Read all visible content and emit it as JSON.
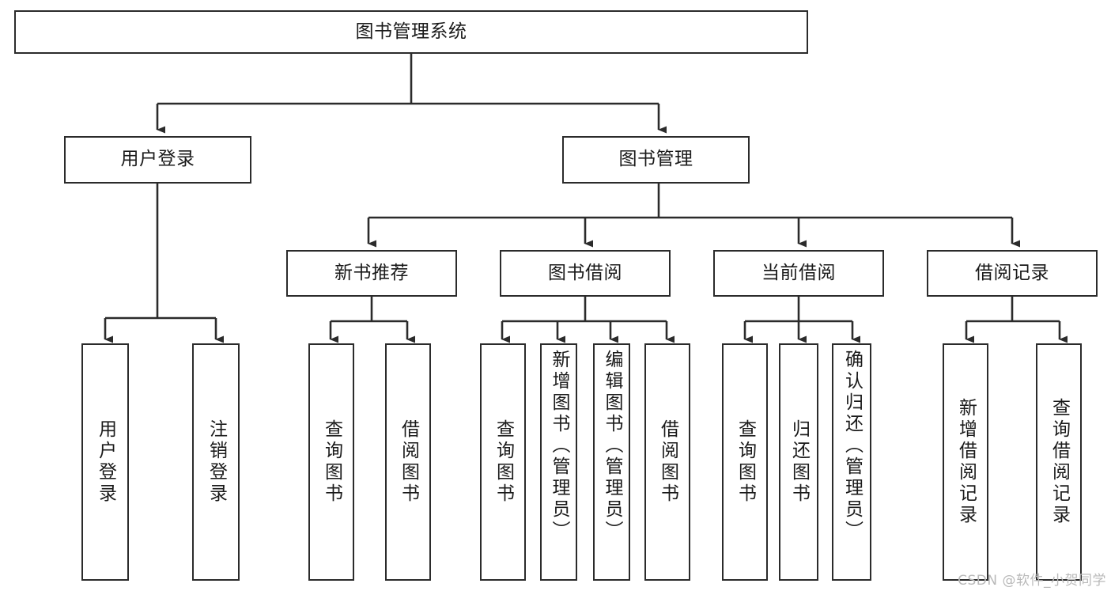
{
  "diagram": {
    "type": "tree-hierarchy-chart",
    "title": "图书管理系统",
    "colors": {
      "border": "#2b2b2b",
      "box_fill": "#ffffff",
      "text": "#1a1a1a",
      "connector": "#2b2b2b",
      "watermark": "#b9b9b9",
      "background": "#ffffff"
    },
    "root": {
      "label": "图书管理系统"
    },
    "level2": [
      {
        "id": "user-login",
        "label": "用户登录"
      },
      {
        "id": "book-manage",
        "label": "图书管理"
      }
    ],
    "level3": [
      {
        "id": "new-book-recommend",
        "label": "新书推荐"
      },
      {
        "id": "book-borrow",
        "label": "图书借阅"
      },
      {
        "id": "current-borrow",
        "label": "当前借阅"
      },
      {
        "id": "borrow-record",
        "label": "借阅记录"
      }
    ],
    "leaves": [
      {
        "id": "leaf-user-login",
        "label": "用户登录",
        "parent": "user-login"
      },
      {
        "id": "leaf-logout-login",
        "label": "注销登录",
        "parent": "user-login"
      },
      {
        "id": "leaf-query-book-1",
        "label": "查询图书",
        "parent": "new-book-recommend"
      },
      {
        "id": "leaf-borrow-book-1",
        "label": "借阅图书",
        "parent": "new-book-recommend"
      },
      {
        "id": "leaf-query-book-2",
        "label": "查询图书",
        "parent": "book-borrow"
      },
      {
        "id": "leaf-add-book",
        "label": "新增图书（管理员）",
        "parent": "book-borrow"
      },
      {
        "id": "leaf-edit-book",
        "label": "编辑图书（管理员）",
        "parent": "book-borrow"
      },
      {
        "id": "leaf-borrow-book-2",
        "label": "借阅图书",
        "parent": "book-borrow"
      },
      {
        "id": "leaf-query-book-3",
        "label": "查询图书",
        "parent": "current-borrow"
      },
      {
        "id": "leaf-return-book",
        "label": "归还图书",
        "parent": "current-borrow"
      },
      {
        "id": "leaf-confirm-return",
        "label": "确认归还（管理员）",
        "parent": "current-borrow"
      },
      {
        "id": "leaf-add-record",
        "label": "新增借阅记录",
        "parent": "borrow-record"
      },
      {
        "id": "leaf-query-record",
        "label": "查询借阅记录",
        "parent": "borrow-record"
      }
    ],
    "watermark": "CSDN @软件_小贺同学"
  }
}
